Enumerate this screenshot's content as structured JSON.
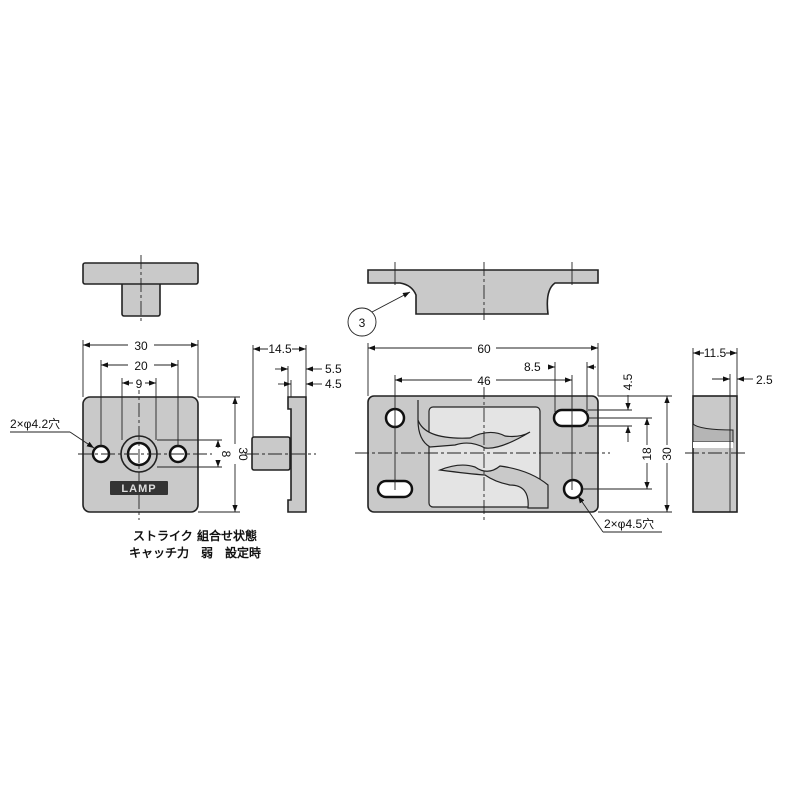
{
  "strike": {
    "logo": "LAMP",
    "hole_note": "2×φ4.2穴",
    "dims": {
      "width": "30",
      "hole_pitch": "20",
      "boss": "9",
      "boss_height": "8",
      "height": "30",
      "depth": "14.5",
      "d1": "5.5",
      "d2": "4.5"
    },
    "caption_line1": "ストライク 組合せ状態",
    "caption_line2": "キャッチ力　弱　設定時"
  },
  "catch": {
    "balloon": "3",
    "hole_note": "2×φ4.5穴",
    "dims": {
      "width": "60",
      "hole_pitch": "46",
      "slot": "8.5",
      "slot_h": "4.5",
      "vert_pitch": "18",
      "height": "30",
      "depth": "11.5",
      "d1": "2.5"
    }
  }
}
